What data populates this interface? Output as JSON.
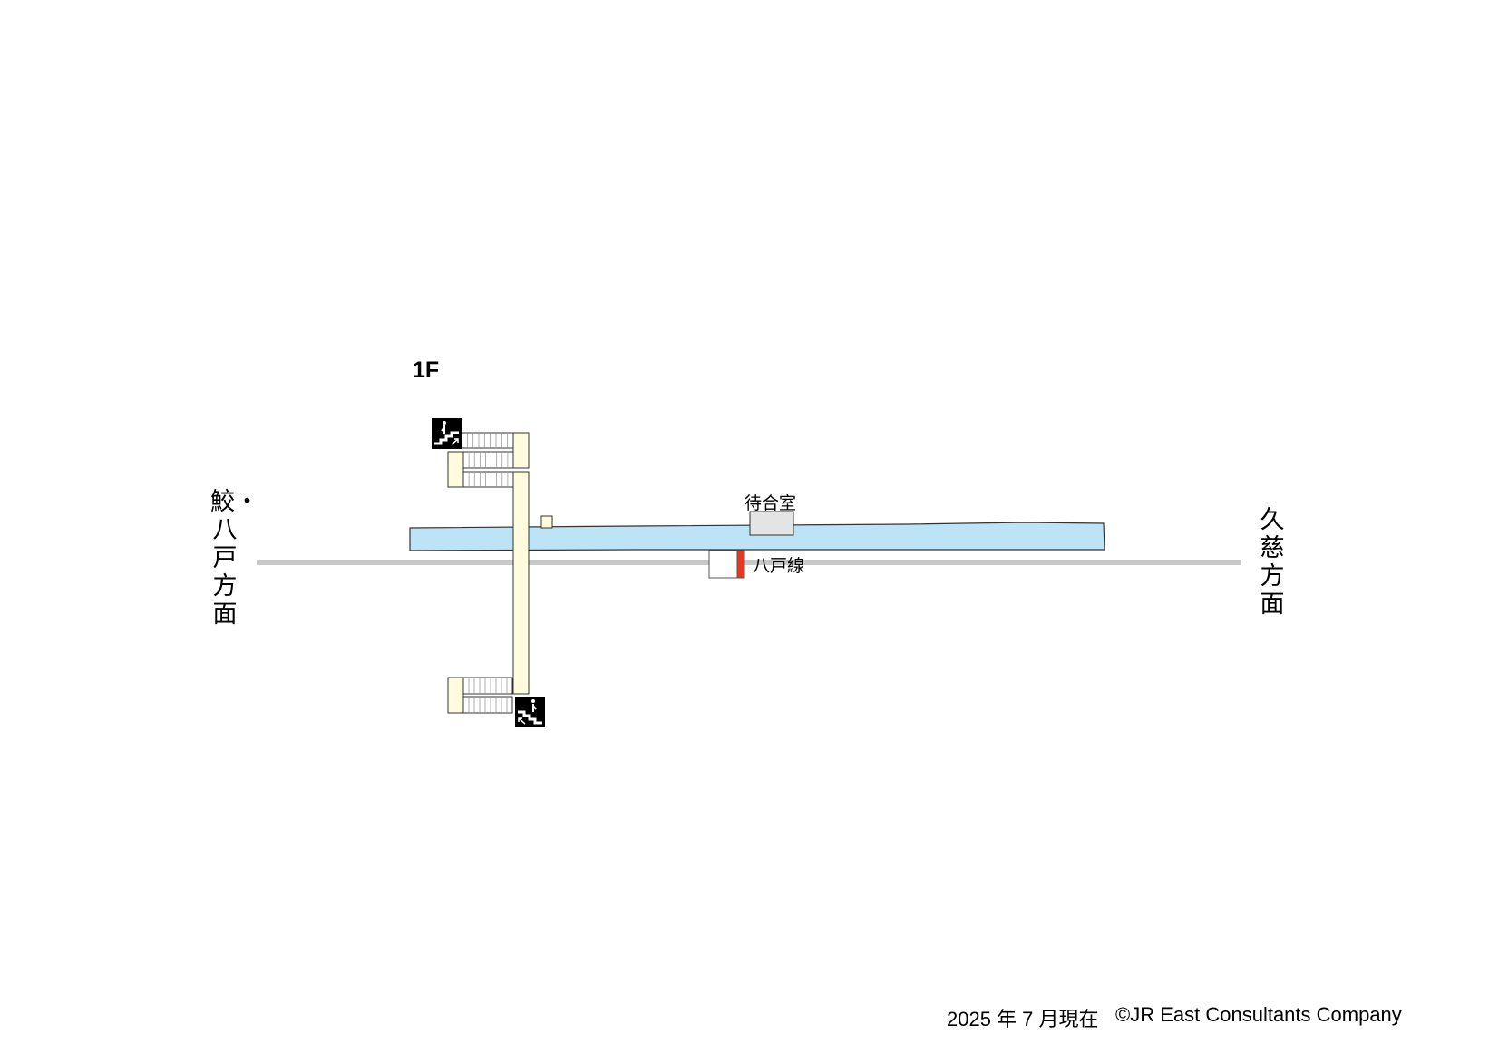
{
  "floor_label": "1F",
  "directions": {
    "left": "鮫・八戸方面",
    "right": "久慈方面"
  },
  "labels": {
    "waiting_room": "待合室",
    "line_name": "八戸線"
  },
  "colors": {
    "platform": "#bde3f7",
    "bridge": "#fffbdc",
    "track": "#c8c8c8",
    "waiting_room": "#e4e4e4",
    "line_accent": "#e8361f"
  },
  "icons": {
    "upper_stairs": "stairs-up-icon",
    "lower_stairs": "stairs-up-icon"
  },
  "footer": {
    "date": "2025 年 7 月現在",
    "copyright": "©JR East Consultants Company"
  }
}
